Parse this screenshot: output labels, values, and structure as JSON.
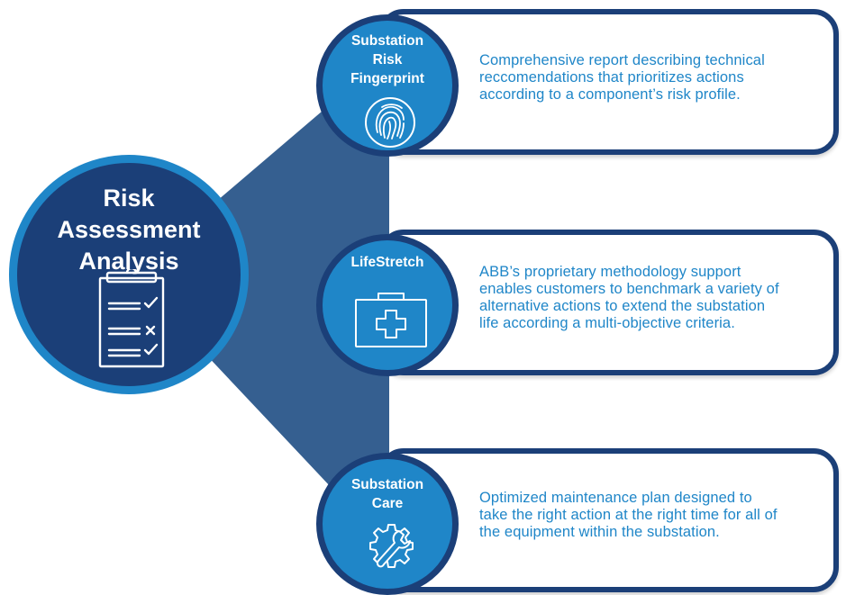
{
  "center": {
    "title_lines": [
      "Risk",
      "Assessment",
      "Analysis"
    ],
    "icon": "clipboard-checklist-icon"
  },
  "services": [
    {
      "title_lines": [
        "Substation",
        "Risk",
        "Fingerprint"
      ],
      "icon": "fingerprint-icon",
      "description_lines": [
        "Comprehensive report describing technical",
        "reccomendations that prioritizes actions",
        "according to a component’s risk profile."
      ]
    },
    {
      "title_lines": [
        "LifeStretch"
      ],
      "icon": "first-aid-kit-icon",
      "description_lines": [
        "ABB’s proprietary methodology support",
        "enables customers to benchmark a variety of",
        "alternative actions to extend the substation",
        "life according a multi-objective criteria."
      ]
    },
    {
      "title_lines": [
        "Substation",
        "Care"
      ],
      "icon": "wrench-gear-icon",
      "description_lines": [
        "Optimized maintenance plan designed to",
        "take the right action at the right time for all of",
        "the equipment within the substation."
      ]
    }
  ],
  "colors": {
    "dark_navy": "#1b3f78",
    "bright_blue": "#1f86c8",
    "connector": "#355f90",
    "text_blue": "#1f86c8"
  }
}
